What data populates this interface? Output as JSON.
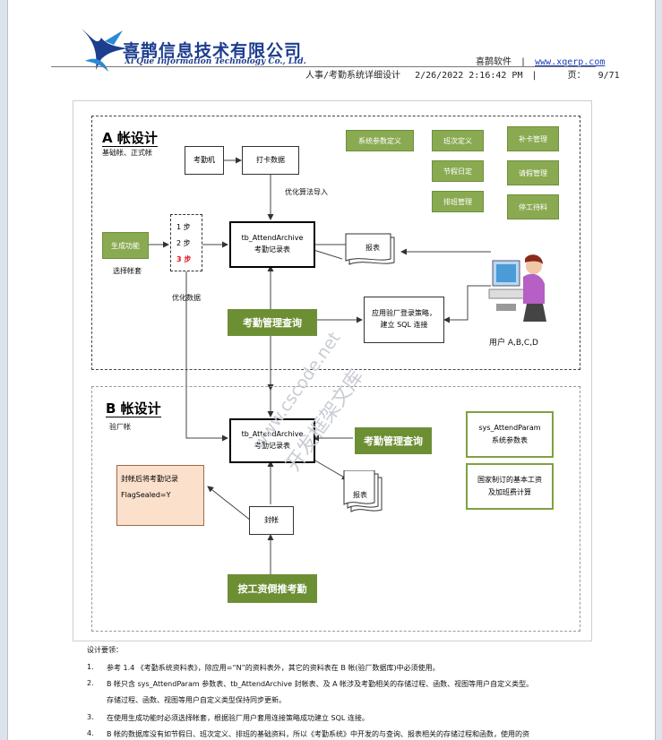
{
  "header": {
    "company_cn": "喜鹊信息技术有限公司",
    "company_en": "Xi'Que Information Technology Co., Ltd.",
    "brand": "喜鹊软件",
    "sep": "|",
    "url": "www.xqerp.com",
    "doc_title": "人事/考勤系统详细设计",
    "date": "2/26/2022 2:16:42 PM",
    "page_label": "页：",
    "page_no": "9/71"
  },
  "diagram": {
    "zone_a": {
      "title": "A 帐设计",
      "subtitle": "基础帐、正式帐",
      "device": "考勤机",
      "punch": "打卡数据",
      "optimize_import": "优化算法导入",
      "generate": "生成功能",
      "choose": "选择帐套",
      "step1": "1 步",
      "step2": "2 步",
      "step3": "3 步",
      "optimize_data": "优化数据",
      "table_name": "tb_AttendArchive",
      "table_label": "考勤记录表",
      "report": "报表",
      "query": "考勤管理查询",
      "strategy_line1": "应用验厂登录策略，",
      "strategy_line2": "建立 SQL 连接",
      "users": "用户 A,B,C,D",
      "green_boxes": [
        "系统参数定义",
        "班次定义",
        "补卡管理",
        "节假日定",
        "请假管理",
        "排班管理",
        "停工待料"
      ]
    },
    "zone_b": {
      "title": "B 帐设计",
      "subtitle": "验厂帐",
      "table_name": "tb_AttendArchive",
      "table_label": "考勤记录表",
      "query": "考勤管理查询",
      "param_name": "sys_AttendParam",
      "param_label": "系统参数表",
      "wage_line1": "国家制订的基本工资",
      "wage_line2": "及加班费计算",
      "report": "报表",
      "note_line1": "封帐后将考勤记录",
      "note_line2": "FlagSealed=Y",
      "seal": "封帐",
      "reverse": "按工资倒推考勤"
    },
    "watermark_1": "www.cscode.net",
    "watermark_2": "开发框架文库"
  },
  "design_notes": {
    "heading": "设计要领：",
    "items": [
      {
        "num": "1.",
        "text": "参考 1.4 《考勤系统资料表》，除应用=“N”的资料表外，其它的资料表在 B 帐(验厂数据库)中必须使用。"
      },
      {
        "num": "2.",
        "text": "B 帐只含 sys_AttendParam 参数表、tb_AttendArchive 封帐表、及 A 帐涉及考勤相关的存储过程、函数、视图等用户自定义类型。"
      },
      {
        "num": "",
        "text": "存储过程、函数、视图等用户自定义类型保持同步更新。"
      },
      {
        "num": "3.",
        "text": "在使用生成功能时必须选择帐套，根据验厂用户套用连接策略成功建立 SQL 连接。"
      },
      {
        "num": "4.",
        "text": "B 帐的数据库没有如节假日、班次定义、排班的基础资料，所以《考勤系统》中开发的与查询、报表相关的存储过程和函数，使用的资"
      }
    ]
  },
  "colors": {
    "brand_blue": "#1d3d8f",
    "green": "#8aaa52",
    "note_fill": "#fbe0cc"
  }
}
